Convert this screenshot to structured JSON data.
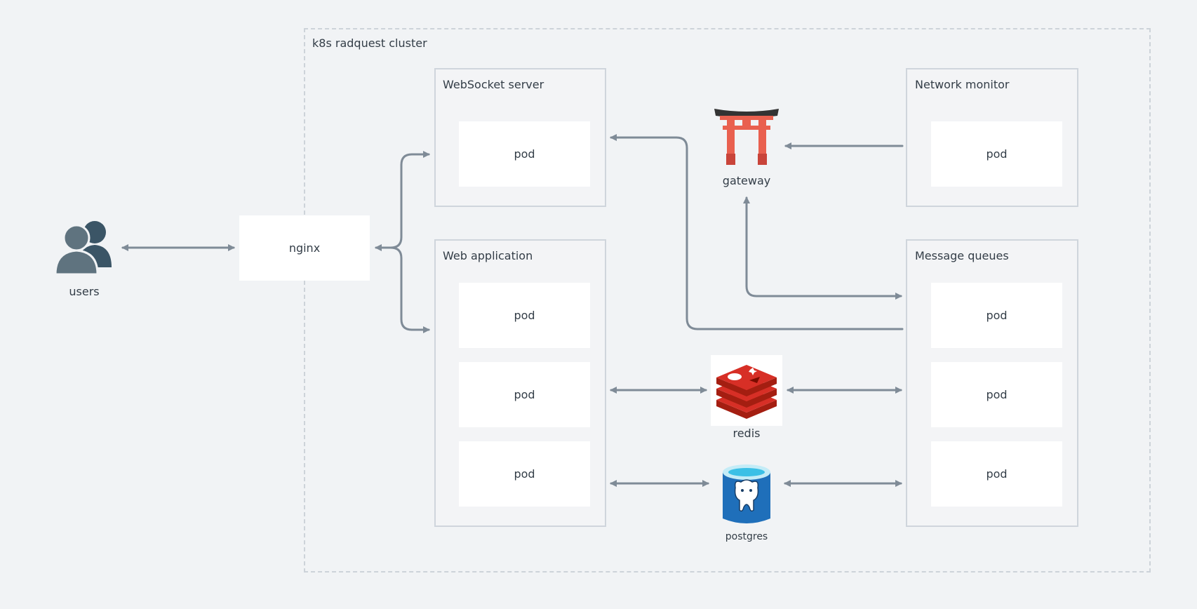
{
  "cluster": {
    "title": "k8s radquest cluster"
  },
  "groups": {
    "websocket": {
      "title": "WebSocket server"
    },
    "webapp": {
      "title": "Web application"
    },
    "netmon": {
      "title": "Network monitor"
    },
    "mq": {
      "title": "Message queues"
    }
  },
  "pod_label": "pod",
  "nodes": {
    "users": {
      "label": "users",
      "icon": "users-icon"
    },
    "nginx": {
      "label": "nginx"
    },
    "gateway": {
      "label": "gateway",
      "icon": "torii-gate-icon"
    },
    "redis": {
      "label": "redis",
      "icon": "redis-icon"
    },
    "postgres": {
      "label": "postgres",
      "icon": "postgres-database-icon"
    }
  },
  "colors": {
    "edge": "#7f8b97",
    "users_front": "#5f737f",
    "users_back": "#3b5566",
    "torii_red": "#e9604f",
    "torii_top": "#333333",
    "redis_red": "#d72f26",
    "postgres_blue": "#1f6fba"
  }
}
